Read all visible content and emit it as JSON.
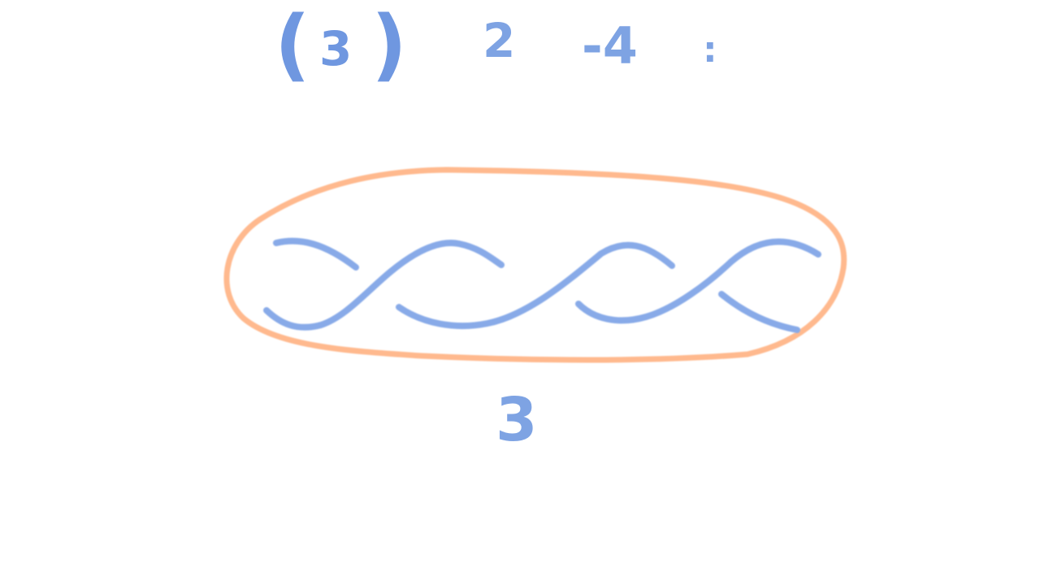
{
  "heading": {
    "open_paren": "(",
    "label": "3",
    "close_paren": ")",
    "first_term": "2",
    "second_term": "-4",
    "colon": ":"
  },
  "caption": "3",
  "colors": {
    "ink": "#7ea3e3",
    "ink_strong": "#6f97e0",
    "loop": "#ffb98e"
  }
}
